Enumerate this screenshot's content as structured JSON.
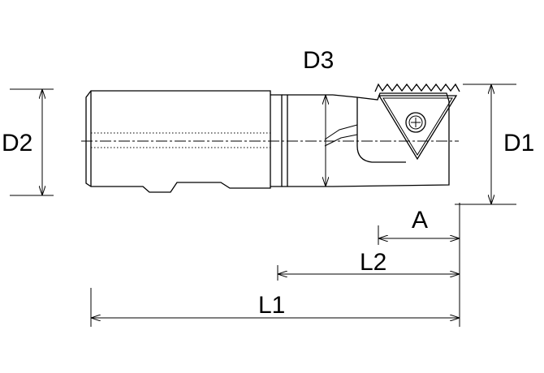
{
  "labels": {
    "d1": "D1",
    "d2": "D2",
    "d3": "D3",
    "a": "A",
    "l1": "L1",
    "l2": "L2"
  }
}
